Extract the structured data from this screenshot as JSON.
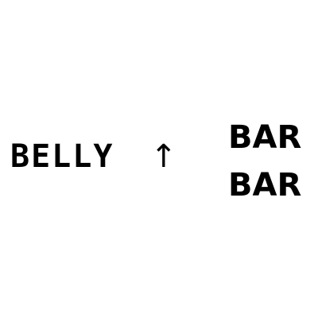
{
  "puzzle": {
    "left_word": "BELLY",
    "arrow": "↑",
    "arrow_icon": "up-arrow-icon",
    "stacked_words": [
      "BAR",
      "BAR"
    ]
  }
}
